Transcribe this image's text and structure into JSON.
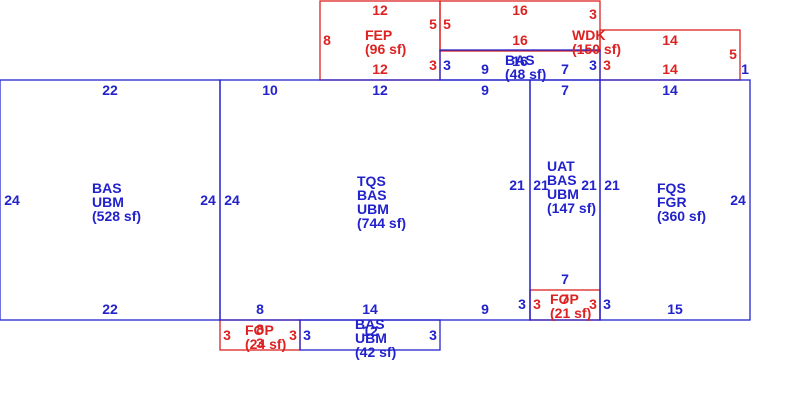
{
  "colors": {
    "blue": "#2222cc",
    "red": "#dd2222"
  },
  "areas": [
    {
      "id": "bas-ubm-528",
      "color": "blue",
      "lines": [
        "BAS",
        "UBM",
        "(528 sf)"
      ]
    },
    {
      "id": "tqs-bas-ubm-744",
      "color": "blue",
      "lines": [
        "TQS",
        "BAS",
        "UBM",
        "(744 sf)"
      ]
    },
    {
      "id": "uat-bas-ubm-147",
      "color": "blue",
      "lines": [
        "UAT",
        "BAS",
        "UBM",
        "(147 sf)"
      ]
    },
    {
      "id": "fqs-fgr-360",
      "color": "blue",
      "lines": [
        "FQS",
        "FGR",
        "(360 sf)"
      ]
    },
    {
      "id": "bas-48",
      "color": "blue",
      "lines": [
        "BAS",
        "(48 sf)"
      ]
    },
    {
      "id": "bas-ubm-42",
      "color": "blue",
      "lines": [
        "BAS",
        "UBM",
        "(42 sf)"
      ]
    },
    {
      "id": "fep-96",
      "color": "red",
      "lines": [
        "FEP",
        "(96 sf)"
      ]
    },
    {
      "id": "wdk-150",
      "color": "red",
      "lines": [
        "WDK",
        "(150 sf)"
      ]
    },
    {
      "id": "fop-21a",
      "color": "red",
      "lines": [
        "FOP",
        "(21 sf)"
      ]
    },
    {
      "id": "fop-24",
      "color": "red",
      "lines": [
        "FOP",
        "(24 sf)"
      ]
    }
  ],
  "dimensions": [
    {
      "id": "d1",
      "color": "blue",
      "value": "22"
    },
    {
      "id": "d2",
      "color": "blue",
      "value": "22"
    },
    {
      "id": "d3",
      "color": "blue",
      "value": "24"
    },
    {
      "id": "d4",
      "color": "blue",
      "value": "24"
    },
    {
      "id": "d5",
      "color": "blue",
      "value": "24"
    },
    {
      "id": "d6",
      "color": "blue",
      "value": "10"
    },
    {
      "id": "d7",
      "color": "blue",
      "value": "12"
    },
    {
      "id": "d8",
      "color": "blue",
      "value": "9"
    },
    {
      "id": "d9",
      "color": "blue",
      "value": "21"
    },
    {
      "id": "d10",
      "color": "blue",
      "value": "8"
    },
    {
      "id": "d11",
      "color": "blue",
      "value": "14"
    },
    {
      "id": "d12",
      "color": "blue",
      "value": "9"
    },
    {
      "id": "d13",
      "color": "blue",
      "value": "7"
    },
    {
      "id": "d14",
      "color": "blue",
      "value": "21"
    },
    {
      "id": "d15",
      "color": "blue",
      "value": "21"
    },
    {
      "id": "d16",
      "color": "blue",
      "value": "7"
    },
    {
      "id": "d17",
      "color": "blue",
      "value": "14"
    },
    {
      "id": "d18",
      "color": "blue",
      "value": "21"
    },
    {
      "id": "d19",
      "color": "blue",
      "value": "24"
    },
    {
      "id": "d20",
      "color": "blue",
      "value": "15"
    },
    {
      "id": "d21",
      "color": "blue",
      "value": "3"
    },
    {
      "id": "d22",
      "color": "blue",
      "value": "9"
    },
    {
      "id": "d23",
      "color": "blue",
      "value": "7"
    },
    {
      "id": "d24",
      "color": "blue",
      "value": "3"
    },
    {
      "id": "d25",
      "color": "blue",
      "value": "16"
    },
    {
      "id": "d26",
      "color": "blue",
      "value": "1"
    },
    {
      "id": "d27",
      "color": "blue",
      "value": "3"
    },
    {
      "id": "d28",
      "color": "blue",
      "value": "3"
    },
    {
      "id": "d29",
      "color": "blue",
      "value": "3"
    },
    {
      "id": "d30",
      "color": "blue",
      "value": "3"
    },
    {
      "id": "d31",
      "color": "blue",
      "value": "12"
    },
    {
      "id": "r1",
      "color": "red",
      "value": "12"
    },
    {
      "id": "r2",
      "color": "red",
      "value": "12"
    },
    {
      "id": "r3",
      "color": "red",
      "value": "8"
    },
    {
      "id": "r4",
      "color": "red",
      "value": "5"
    },
    {
      "id": "r5",
      "color": "red",
      "value": "3"
    },
    {
      "id": "r6",
      "color": "red",
      "value": "5"
    },
    {
      "id": "r7",
      "color": "red",
      "value": "16"
    },
    {
      "id": "r8",
      "color": "red",
      "value": "16"
    },
    {
      "id": "r9",
      "color": "red",
      "value": "3"
    },
    {
      "id": "r10",
      "color": "red",
      "value": "3"
    },
    {
      "id": "r11",
      "color": "red",
      "value": "14"
    },
    {
      "id": "r12",
      "color": "red",
      "value": "14"
    },
    {
      "id": "r13",
      "color": "red",
      "value": "5"
    },
    {
      "id": "r14",
      "color": "red",
      "value": "3"
    },
    {
      "id": "r15",
      "color": "red",
      "value": "3"
    },
    {
      "id": "r16",
      "color": "red",
      "value": "7"
    },
    {
      "id": "r17",
      "color": "red",
      "value": "3"
    },
    {
      "id": "r18",
      "color": "red",
      "value": "3"
    },
    {
      "id": "r19",
      "color": "red",
      "value": "8"
    },
    {
      "id": "r20",
      "color": "red",
      "value": "3"
    }
  ]
}
